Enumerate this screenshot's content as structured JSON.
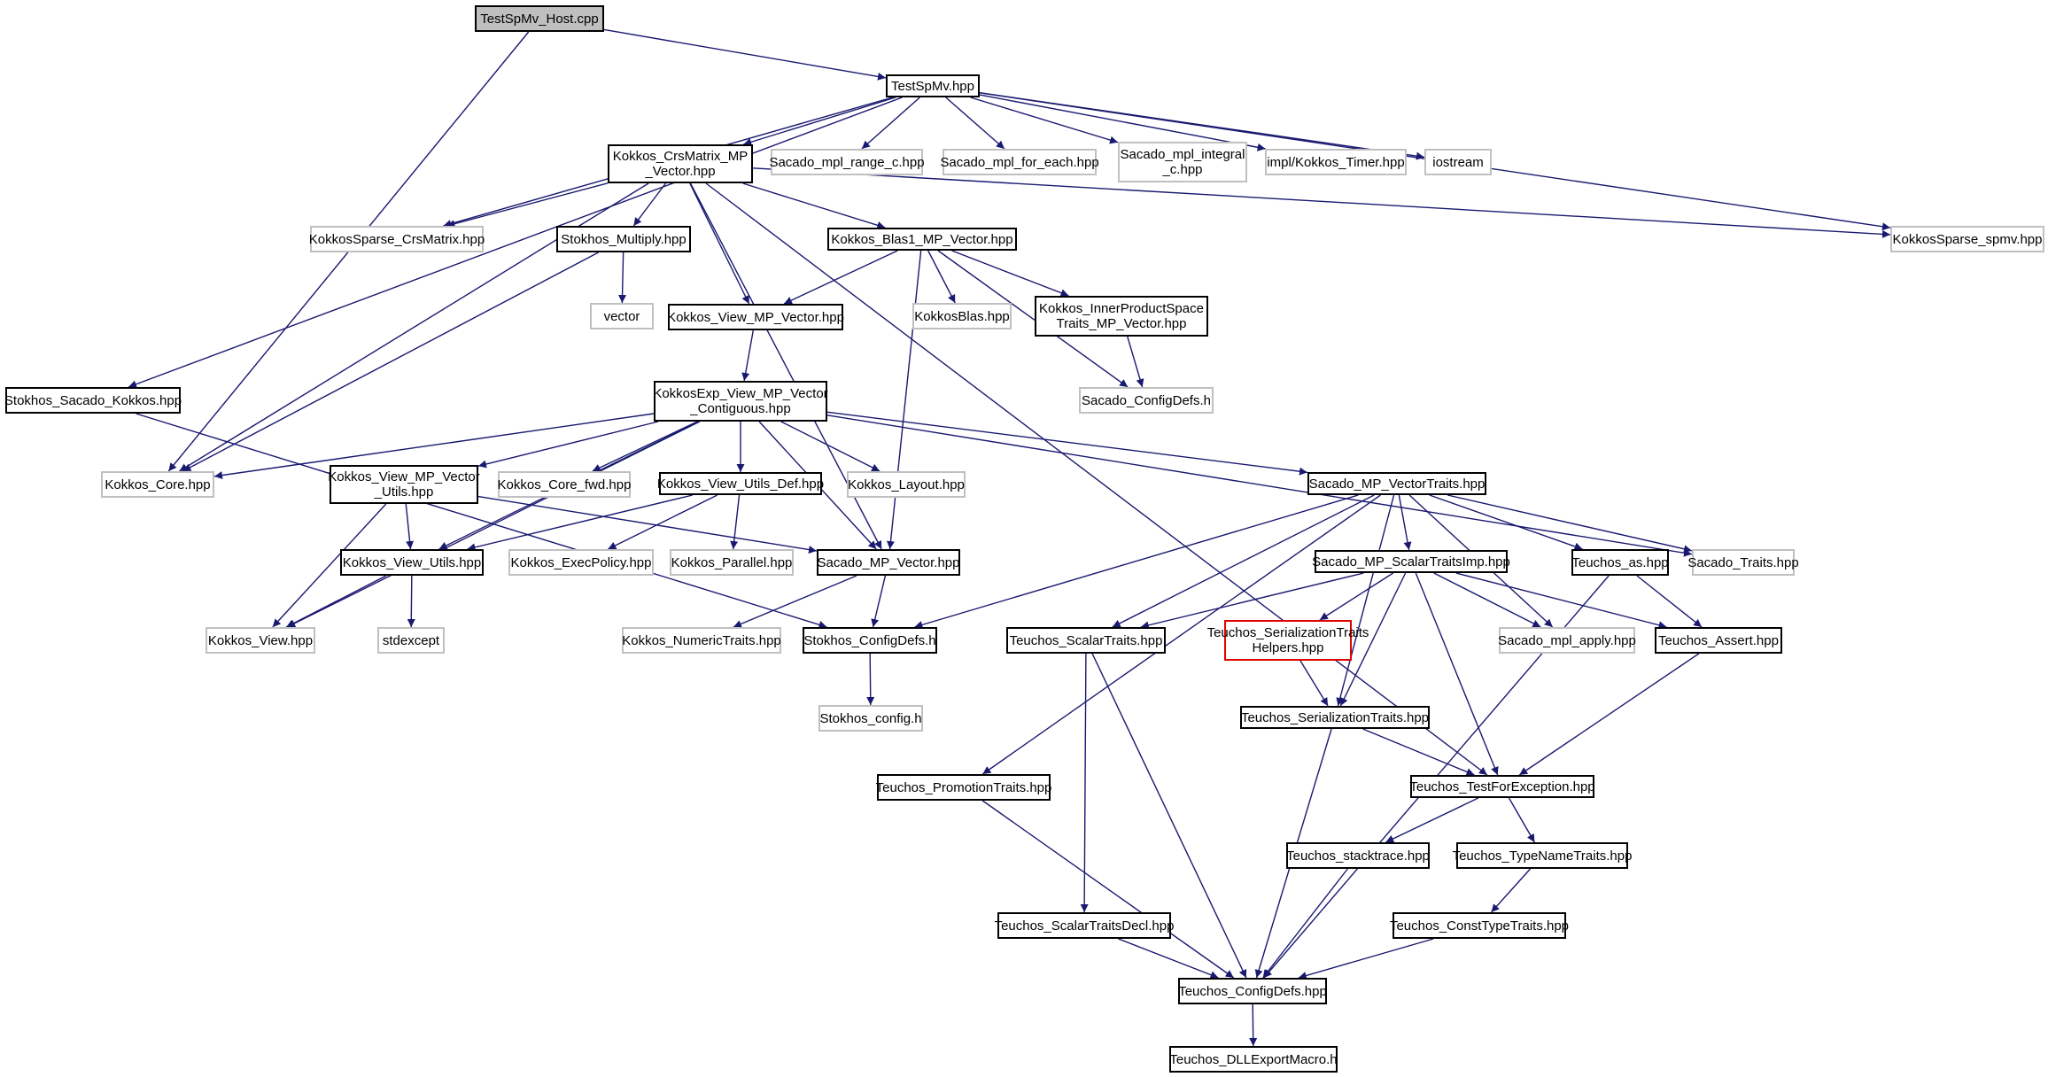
{
  "graph": {
    "edge_color": "#191970",
    "nodes": [
      {
        "id": "root",
        "label": "TestSpMv_Host.cpp",
        "style": "root"
      },
      {
        "id": "testspmv",
        "label": "TestSpMv.hpp",
        "style": "solid"
      },
      {
        "id": "crsmatrix_mp",
        "label": "Kokkos_CrsMatrix_MP\n_Vector.hpp",
        "style": "solid"
      },
      {
        "id": "range_c",
        "label": "Sacado_mpl_range_c.hpp",
        "style": "ext"
      },
      {
        "id": "for_each",
        "label": "Sacado_mpl_for_each.hpp",
        "style": "ext"
      },
      {
        "id": "integral_c",
        "label": "Sacado_mpl_integral\n_c.hpp",
        "style": "ext"
      },
      {
        "id": "timer",
        "label": "impl/Kokkos_Timer.hpp",
        "style": "ext"
      },
      {
        "id": "iostream",
        "label": "iostream",
        "style": "ext"
      },
      {
        "id": "ks_crsmatrix",
        "label": "KokkosSparse_CrsMatrix.hpp",
        "style": "ext"
      },
      {
        "id": "ks_spmv",
        "label": "KokkosSparse_spmv.hpp",
        "style": "ext"
      },
      {
        "id": "stokhos_multiply",
        "label": "Stokhos_Multiply.hpp",
        "style": "solid"
      },
      {
        "id": "blas1_mp",
        "label": "Kokkos_Blas1_MP_Vector.hpp",
        "style": "solid"
      },
      {
        "id": "vector",
        "label": "vector",
        "style": "ext"
      },
      {
        "id": "view_mp",
        "label": "Kokkos_View_MP_Vector.hpp",
        "style": "solid"
      },
      {
        "id": "kokkosblas",
        "label": "KokkosBlas.hpp",
        "style": "ext"
      },
      {
        "id": "innerprod",
        "label": "Kokkos_InnerProductSpace\nTraits_MP_Vector.hpp",
        "style": "solid"
      },
      {
        "id": "sacado_configdefs",
        "label": "Sacado_ConfigDefs.h",
        "style": "ext"
      },
      {
        "id": "stokhos_sacado_kokkos",
        "label": "Stokhos_Sacado_Kokkos.hpp",
        "style": "solid"
      },
      {
        "id": "kexp_view_mp",
        "label": "KokkosExp_View_MP_Vector\n_Contiguous.hpp",
        "style": "solid"
      },
      {
        "id": "kokkos_core",
        "label": "Kokkos_Core.hpp",
        "style": "ext"
      },
      {
        "id": "view_mp_utils",
        "label": "Kokkos_View_MP_Vector\n_Utils.hpp",
        "style": "solid"
      },
      {
        "id": "core_fwd",
        "label": "Kokkos_Core_fwd.hpp",
        "style": "ext"
      },
      {
        "id": "view_utils_def",
        "label": "Kokkos_View_Utils_Def.hpp",
        "style": "solid"
      },
      {
        "id": "layout",
        "label": "Kokkos_Layout.hpp",
        "style": "ext"
      },
      {
        "id": "sacado_mp_vectortraits",
        "label": "Sacado_MP_VectorTraits.hpp",
        "style": "solid"
      },
      {
        "id": "view_utils",
        "label": "Kokkos_View_Utils.hpp",
        "style": "solid"
      },
      {
        "id": "execpolicy",
        "label": "Kokkos_ExecPolicy.hpp",
        "style": "ext"
      },
      {
        "id": "parallel",
        "label": "Kokkos_Parallel.hpp",
        "style": "ext"
      },
      {
        "id": "sacado_mp_vector",
        "label": "Sacado_MP_Vector.hpp",
        "style": "solid"
      },
      {
        "id": "scalartraitsimp",
        "label": "Sacado_MP_ScalarTraitsImp.hpp",
        "style": "solid"
      },
      {
        "id": "teuchos_as",
        "label": "Teuchos_as.hpp",
        "style": "solid"
      },
      {
        "id": "sacado_traits",
        "label": "Sacado_Traits.hpp",
        "style": "ext"
      },
      {
        "id": "kokkos_view",
        "label": "Kokkos_View.hpp",
        "style": "ext"
      },
      {
        "id": "stdexcept",
        "label": "stdexcept",
        "style": "ext"
      },
      {
        "id": "numerictraits",
        "label": "Kokkos_NumericTraits.hpp",
        "style": "ext"
      },
      {
        "id": "stokhos_configdefs",
        "label": "Stokhos_ConfigDefs.h",
        "style": "solid"
      },
      {
        "id": "teuchos_scalartraits",
        "label": "Teuchos_ScalarTraits.hpp",
        "style": "solid"
      },
      {
        "id": "serial_helpers",
        "label": "Teuchos_SerializationTraits\nHelpers.hpp",
        "style": "red"
      },
      {
        "id": "mpl_apply",
        "label": "Sacado_mpl_apply.hpp",
        "style": "ext"
      },
      {
        "id": "teuchos_assert",
        "label": "Teuchos_Assert.hpp",
        "style": "solid"
      },
      {
        "id": "stokhos_config",
        "label": "Stokhos_config.h",
        "style": "ext"
      },
      {
        "id": "serialtraits",
        "label": "Teuchos_SerializationTraits.hpp",
        "style": "solid"
      },
      {
        "id": "promotiontraits",
        "label": "Teuchos_PromotionTraits.hpp",
        "style": "solid"
      },
      {
        "id": "testforexception",
        "label": "Teuchos_TestForException.hpp",
        "style": "solid"
      },
      {
        "id": "stacktrace",
        "label": "Teuchos_stacktrace.hpp",
        "style": "solid"
      },
      {
        "id": "typenametraits",
        "label": "Teuchos_TypeNameTraits.hpp",
        "style": "solid"
      },
      {
        "id": "scalartraitsdecl",
        "label": "Teuchos_ScalarTraitsDecl.hpp",
        "style": "solid"
      },
      {
        "id": "consttypetraits",
        "label": "Teuchos_ConstTypeTraits.hpp",
        "style": "solid"
      },
      {
        "id": "teuchos_configdefs",
        "label": "Teuchos_ConfigDefs.hpp",
        "style": "solid"
      },
      {
        "id": "dllexport",
        "label": "Teuchos_DLLExportMacro.h",
        "style": "solid"
      }
    ],
    "edges": [
      [
        "root",
        "testspmv"
      ],
      [
        "root",
        "kokkos_core"
      ],
      [
        "testspmv",
        "stokhos_sacado_kokkos"
      ],
      [
        "testspmv",
        "ks_crsmatrix"
      ],
      [
        "testspmv",
        "crsmatrix_mp"
      ],
      [
        "testspmv",
        "range_c"
      ],
      [
        "testspmv",
        "for_each"
      ],
      [
        "testspmv",
        "integral_c"
      ],
      [
        "testspmv",
        "timer"
      ],
      [
        "testspmv",
        "iostream"
      ],
      [
        "testspmv",
        "ks_spmv"
      ],
      [
        "crsmatrix_mp",
        "ks_crsmatrix"
      ],
      [
        "crsmatrix_mp",
        "kokkos_core"
      ],
      [
        "crsmatrix_mp",
        "stokhos_multiply"
      ],
      [
        "crsmatrix_mp",
        "view_mp"
      ],
      [
        "crsmatrix_mp",
        "blas1_mp"
      ],
      [
        "crsmatrix_mp",
        "sacado_mp_vector"
      ],
      [
        "crsmatrix_mp",
        "ks_spmv"
      ],
      [
        "crsmatrix_mp",
        "testforexception"
      ],
      [
        "stokhos_multiply",
        "vector"
      ],
      [
        "stokhos_multiply",
        "kokkos_core"
      ],
      [
        "blas1_mp",
        "view_mp"
      ],
      [
        "blas1_mp",
        "kokkosblas"
      ],
      [
        "blas1_mp",
        "innerprod"
      ],
      [
        "blas1_mp",
        "sacado_configdefs"
      ],
      [
        "blas1_mp",
        "sacado_mp_vector"
      ],
      [
        "innerprod",
        "sacado_configdefs"
      ],
      [
        "view_mp",
        "kexp_view_mp"
      ],
      [
        "stokhos_sacado_kokkos",
        "stokhos_configdefs"
      ],
      [
        "kexp_view_mp",
        "kokkos_core"
      ],
      [
        "kexp_view_mp",
        "view_mp_utils"
      ],
      [
        "kexp_view_mp",
        "core_fwd"
      ],
      [
        "kexp_view_mp",
        "view_utils_def"
      ],
      [
        "kexp_view_mp",
        "layout"
      ],
      [
        "kexp_view_mp",
        "sacado_mp_vectortraits"
      ],
      [
        "kexp_view_mp",
        "sacado_traits"
      ],
      [
        "kexp_view_mp",
        "view_utils"
      ],
      [
        "kexp_view_mp",
        "kokkos_view"
      ],
      [
        "kexp_view_mp",
        "sacado_mp_vector"
      ],
      [
        "view_mp_utils",
        "view_utils"
      ],
      [
        "view_mp_utils",
        "kokkos_view"
      ],
      [
        "view_mp_utils",
        "sacado_mp_vector"
      ],
      [
        "view_utils_def",
        "view_utils"
      ],
      [
        "view_utils_def",
        "execpolicy"
      ],
      [
        "view_utils_def",
        "parallel"
      ],
      [
        "view_utils",
        "kokkos_view"
      ],
      [
        "view_utils",
        "stdexcept"
      ],
      [
        "sacado_mp_vector",
        "numerictraits"
      ],
      [
        "sacado_mp_vector",
        "stokhos_configdefs"
      ],
      [
        "stokhos_configdefs",
        "stokhos_config"
      ],
      [
        "sacado_mp_vectortraits",
        "stokhos_configdefs"
      ],
      [
        "sacado_mp_vectortraits",
        "promotiontraits"
      ],
      [
        "sacado_mp_vectortraits",
        "teuchos_scalartraits"
      ],
      [
        "sacado_mp_vectortraits",
        "serialtraits"
      ],
      [
        "sacado_mp_vectortraits",
        "scalartraitsimp"
      ],
      [
        "sacado_mp_vectortraits",
        "mpl_apply"
      ],
      [
        "sacado_mp_vectortraits",
        "teuchos_as"
      ],
      [
        "sacado_mp_vectortraits",
        "sacado_traits"
      ],
      [
        "scalartraitsimp",
        "teuchos_scalartraits"
      ],
      [
        "scalartraitsimp",
        "serial_helpers"
      ],
      [
        "scalartraitsimp",
        "serialtraits"
      ],
      [
        "scalartraitsimp",
        "mpl_apply"
      ],
      [
        "scalartraitsimp",
        "teuchos_assert"
      ],
      [
        "scalartraitsimp",
        "testforexception"
      ],
      [
        "teuchos_as",
        "teuchos_assert"
      ],
      [
        "teuchos_as",
        "teuchos_configdefs"
      ],
      [
        "teuchos_scalartraits",
        "scalartraitsdecl"
      ],
      [
        "teuchos_scalartraits",
        "teuchos_configdefs"
      ],
      [
        "serial_helpers",
        "serialtraits"
      ],
      [
        "serialtraits",
        "testforexception"
      ],
      [
        "serialtraits",
        "teuchos_configdefs"
      ],
      [
        "teuchos_assert",
        "testforexception"
      ],
      [
        "testforexception",
        "stacktrace"
      ],
      [
        "testforexception",
        "typenametraits"
      ],
      [
        "typenametraits",
        "consttypetraits"
      ],
      [
        "stacktrace",
        "teuchos_configdefs"
      ],
      [
        "consttypetraits",
        "teuchos_configdefs"
      ],
      [
        "scalartraitsdecl",
        "teuchos_configdefs"
      ],
      [
        "promotiontraits",
        "teuchos_configdefs"
      ],
      [
        "teuchos_configdefs",
        "dllexport"
      ]
    ]
  }
}
